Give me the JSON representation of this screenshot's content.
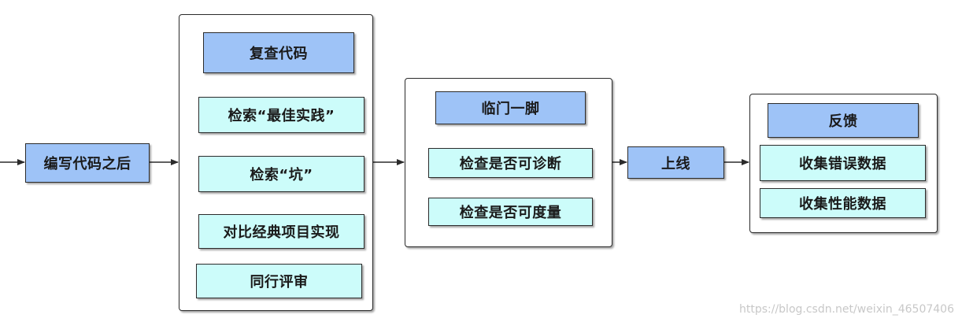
{
  "start": {
    "label": "编写代码之后"
  },
  "review": {
    "header": "复查代码",
    "items": [
      "检索“最佳实践”",
      "检索“坑”",
      "对比经典项目实现",
      "同行评审"
    ]
  },
  "last_minute": {
    "header": "临门一脚",
    "items": [
      "检查是否可诊断",
      "检查是否可度量"
    ]
  },
  "launch": {
    "label": "上线"
  },
  "feedback": {
    "header": "反馈",
    "items": [
      "收集错误数据",
      "收集性能数据"
    ]
  },
  "colors": {
    "primary_box": "#9ec3f7",
    "secondary_box": "#ccfcfa",
    "border": "#2b2b2b"
  },
  "watermark": "https://blog.csdn.net/weixin_46507406"
}
